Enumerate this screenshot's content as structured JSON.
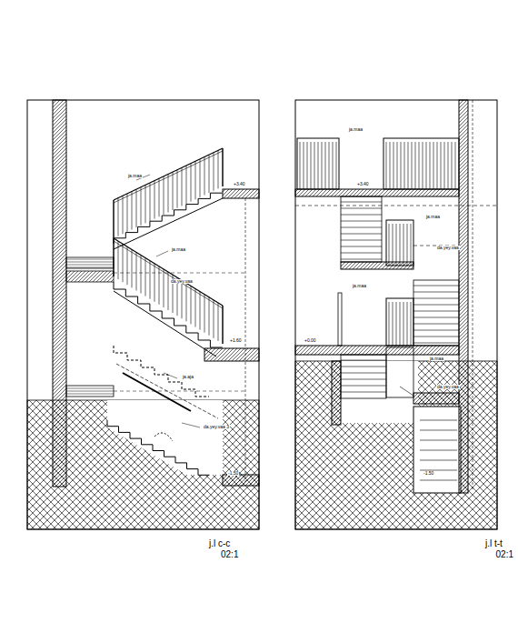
{
  "diagram": {
    "labels": [
      "ja.maa",
      "+3.40",
      "ja.maa",
      "da.yey.vaa",
      "+1.60",
      "ja.aja",
      "da.yey.vaa 3",
      "-1.50",
      "j.l c-c",
      "02:1",
      "ja.maa",
      "+3.40",
      "ja.maa",
      "da.yey.vaa",
      "ja.maa",
      "+0.00",
      "ja.maa",
      "da.yey.vaa",
      "-1.50",
      "j.l t-t",
      "02:1"
    ]
  }
}
